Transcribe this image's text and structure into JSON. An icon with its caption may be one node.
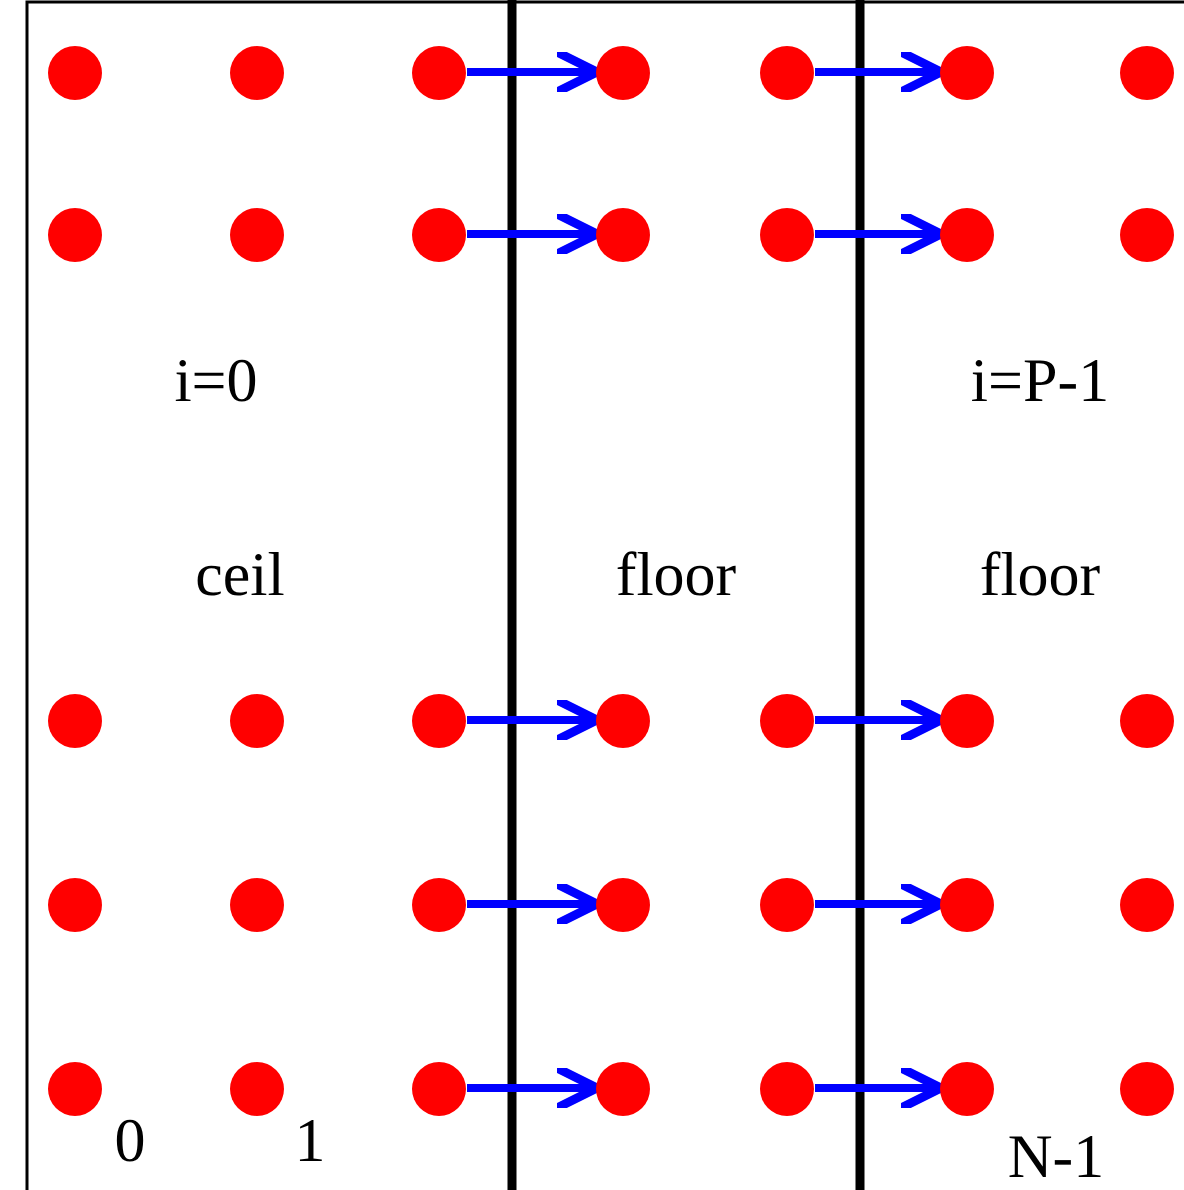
{
  "diagram": {
    "nodes": [
      {
        "text": [],
        "shape": "circle"
      },
      {
        "text": [],
        "shape": "circle"
      },
      {
        "text": [],
        "shape": "circle"
      },
      {
        "text": [],
        "shape": "circle"
      },
      {
        "text": [],
        "shape": "circle"
      },
      {
        "text": [],
        "shape": "circle"
      },
      {
        "text": [],
        "shape": "circle"
      },
      {
        "text": [],
        "shape": "circle"
      },
      {
        "text": [],
        "shape": "circle"
      },
      {
        "text": [],
        "shape": "circle"
      },
      {
        "text": [],
        "shape": "circle"
      },
      {
        "text": [],
        "shape": "circle"
      },
      {
        "text": [],
        "shape": "circle"
      },
      {
        "text": [],
        "shape": "circle"
      },
      {
        "text": [],
        "shape": "circle"
      },
      {
        "text": [],
        "shape": "circle"
      },
      {
        "text": [],
        "shape": "circle"
      },
      {
        "text": [],
        "shape": "circle"
      },
      {
        "text": [],
        "shape": "circle"
      },
      {
        "text": [],
        "shape": "circle"
      },
      {
        "text": [],
        "shape": "circle"
      },
      {
        "text": [],
        "shape": "circle"
      },
      {
        "text": [],
        "shape": "circle"
      },
      {
        "text": [],
        "shape": "circle"
      },
      {
        "text": [],
        "shape": "circle"
      },
      {
        "text": [],
        "shape": "circle"
      },
      {
        "text": [],
        "shape": "circle"
      },
      {
        "text": [],
        "shape": "circle"
      },
      {
        "text": [],
        "shape": "circle"
      },
      {
        "text": [],
        "shape": "circle"
      },
      {
        "text": [],
        "shape": "circle"
      },
      {
        "text": [],
        "shape": "circle"
      },
      {
        "text": [],
        "shape": "circle"
      },
      {
        "text": [],
        "shape": "circle"
      },
      {
        "text": [],
        "shape": "circle"
      }
    ],
    "edges": [
      {
        "from": 2,
        "to": 3,
        "arrow": "to"
      },
      {
        "from": 4,
        "to": 5,
        "arrow": "to"
      },
      {
        "from": 9,
        "to": 10,
        "arrow": "to"
      },
      {
        "from": 11,
        "to": 12,
        "arrow": "to"
      },
      {
        "from": 16,
        "to": 17,
        "arrow": "to"
      },
      {
        "from": 18,
        "to": 19,
        "arrow": "to"
      },
      {
        "from": 23,
        "to": 24,
        "arrow": "to"
      },
      {
        "from": 25,
        "to": 26,
        "arrow": "to"
      },
      {
        "from": 30,
        "to": 31,
        "arrow": "to"
      },
      {
        "from": 32,
        "to": 33,
        "arrow": "to"
      }
    ],
    "labels": [
      "i=0",
      "i=P-1",
      "ceil",
      "floor",
      "floor",
      "0",
      "1",
      "N-1"
    ]
  }
}
